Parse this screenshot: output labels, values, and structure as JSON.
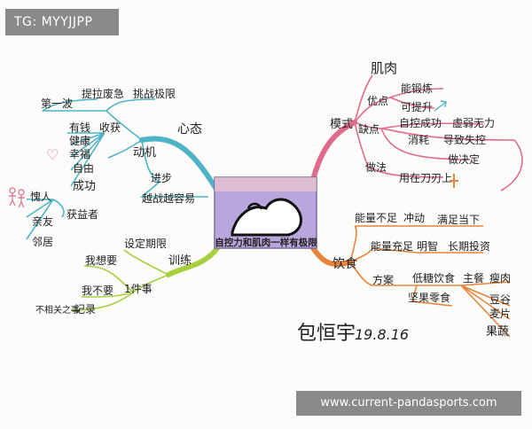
{
  "watermark_top": "TG: MYYJJPP",
  "watermark_bottom": "www.current-pandasports.com",
  "center": {
    "title": "自控力和肌肉一样有极限"
  },
  "signature": {
    "name": "包恒宇",
    "date": "19.8.16"
  },
  "colors": {
    "mindset": "#4fb3c6",
    "mode": "#e06a8c",
    "diet": "#e8843a",
    "training": "#a6cf3f",
    "center_fill": "#b9a6dc"
  },
  "branches": {
    "mindset": {
      "label": "心态",
      "first_wave": "第一波",
      "first_wave_items": [
        "提拉废急",
        "挑战极限"
      ],
      "gain": "收获",
      "gain_items": [
        "有钱",
        "健康",
        "幸福",
        "自由",
        "成功"
      ],
      "heart": "♡",
      "motivation": "动机",
      "people": [
        "愧人",
        "亲友",
        "邻居"
      ],
      "beneficiaries": "获益者",
      "progress": "进步",
      "harder": "越战越容易"
    },
    "mode": {
      "label": "模式",
      "muscle": "肌肉",
      "pros": "优点",
      "pros_items": [
        "能锻炼",
        "可提升"
      ],
      "cons": "缺点",
      "cons_items": [
        "自控成功",
        "虚弱无力",
        "消耗",
        "导致失控",
        "做决定"
      ],
      "method": "做法",
      "method_item": "用在刀刃上"
    },
    "diet": {
      "label": "饮食",
      "low_energy": "能量不足",
      "impulse": "冲动",
      "satisfy": "满足当下",
      "enough_energy": "能量充足",
      "wise": "明智",
      "long_term": "长期投资",
      "plan": "方案",
      "low_sugar": "低糖饮食",
      "staple": "主餐",
      "staple_items": [
        "瘦肉",
        "豆谷",
        "麦片",
        "果蔬"
      ],
      "snacks": "坚果零食"
    },
    "training": {
      "label": "训练",
      "set_limit": "设定期限",
      "one_thing": "1件事",
      "want": "我想要",
      "dont_want": "我不要",
      "record": "记录",
      "irrelevant": "不相关之事"
    }
  }
}
